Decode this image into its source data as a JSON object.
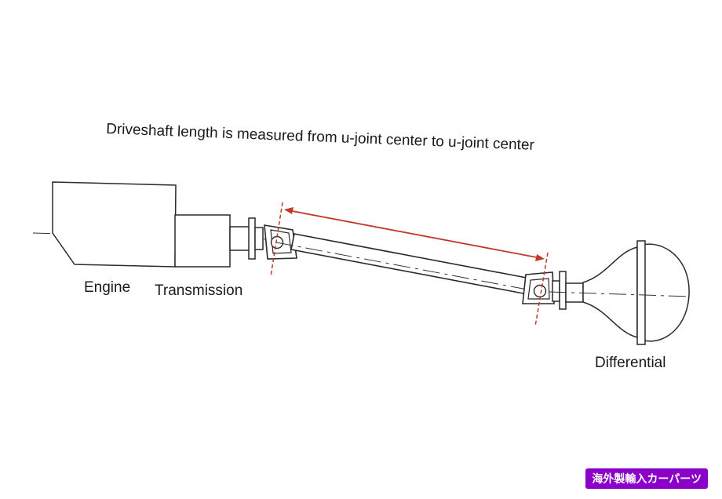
{
  "title": "Driveshaft length is measured from u-joint center to u-joint center",
  "labels": {
    "engine": "Engine",
    "transmission": "Transmission",
    "differential": "Differential"
  },
  "badge": {
    "text": "海外製輸入カーパーツ",
    "color": "#8a00c8"
  },
  "colors": {
    "line": "#2a2a2a",
    "measure": "#c0392b",
    "fill": "#ffffff"
  }
}
